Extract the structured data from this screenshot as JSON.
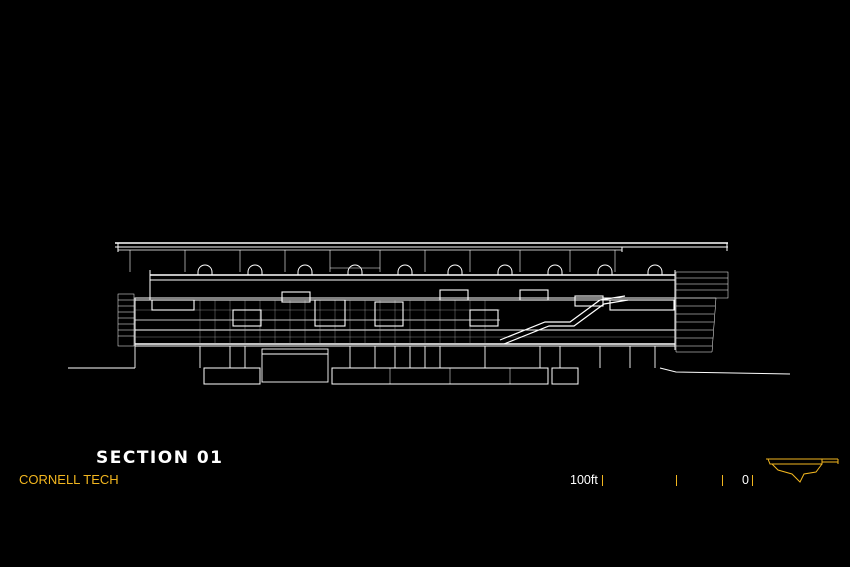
{
  "title": "SECTION 01",
  "subtitle": "CORNELL TECH",
  "scale_bar": {
    "label_left": "100ft",
    "label_right": "0"
  },
  "colors": {
    "background": "#000000",
    "linework": "#ffffff",
    "accent": "#f2b61f"
  }
}
